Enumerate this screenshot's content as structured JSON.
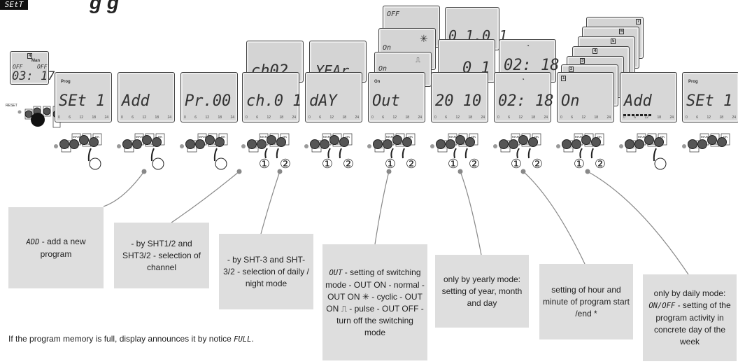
{
  "header": {
    "badge": "SEtT",
    "title": "g        g"
  },
  "clock_display": {
    "time": "03: 17",
    "off_left": "OFF",
    "off_right": "OFF",
    "man": "Man",
    "channel": "4"
  },
  "reset_label": "RESET",
  "main_displays": [
    {
      "label": "Prog",
      "seg": "SEt 1"
    },
    {
      "label": "",
      "seg": "Add"
    },
    {
      "label": "",
      "seg": "Pr.00"
    },
    {
      "label": "",
      "seg": "ch.0 1"
    },
    {
      "label": "",
      "seg": "dAY"
    },
    {
      "label": "On",
      "seg": "Out"
    },
    {
      "label": "",
      "seg": "20 10"
    },
    {
      "label": "",
      "seg": "02: 18"
    },
    {
      "label": "1",
      "seg": "On"
    },
    {
      "label": "",
      "seg": "Add"
    },
    {
      "label": "Prog",
      "seg": "SEt 1"
    }
  ],
  "back_displays": {
    "ch02": "ch02",
    "year": "YEAr",
    "off": "OFF",
    "on_cyclic": "On",
    "on_pulse": "On",
    "date_1": "0 1.0 1",
    "date_2": "0 1",
    "time": "02: 18",
    "day_numbers": [
      "2",
      "3",
      "4",
      "5",
      "6",
      "7"
    ]
  },
  "scale_ticks": [
    "0",
    "6",
    "12",
    "18",
    "24"
  ],
  "button_labels": {
    "prg": "PRG",
    "man": "MAN",
    "esc": "ESC",
    "ok": "OK",
    "man2": "MAN2"
  },
  "steps": {
    "one": "①",
    "two": "②"
  },
  "notes": [
    {
      "pre": "",
      "code": "ADD",
      "post": " - add a new program"
    },
    {
      "pre": "- by SHT1/2 and SHT3/2 - selection of channel",
      "code": "",
      "post": ""
    },
    {
      "pre": "- by SHT-3 and SHT-3/2 - selection of daily / night mode",
      "code": "",
      "post": ""
    },
    {
      "pre": "",
      "code": "OUT",
      "post": " - setting of switching mode - OUT ON - normal - OUT ON ✳ - cyclic - OUT ON ⎍ - pulse - OUT OFF - turn off the switching mode"
    },
    {
      "pre": "only by yearly mode: setting of year, month and day",
      "code": "",
      "post": ""
    },
    {
      "pre": "setting of hour and minute of program start /end *",
      "code": "",
      "post": ""
    },
    {
      "pre": "only by daily mode: ",
      "code": "ON/OFF",
      "post": " - setting of the program activity in concrete day of the week"
    }
  ],
  "footnote": {
    "pre": "If the program memory is full, display announces it by notice ",
    "code": "FULL",
    "post": "."
  }
}
